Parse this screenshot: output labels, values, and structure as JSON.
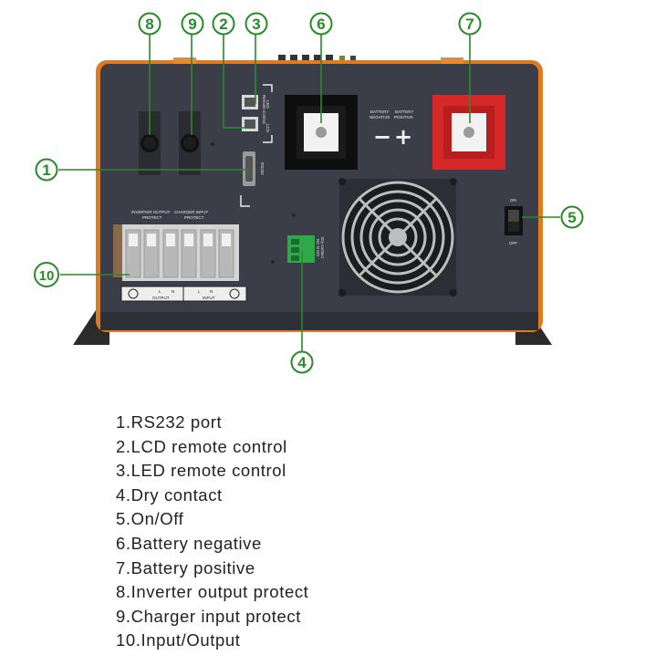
{
  "panel": {
    "remote_control_label": "Remote Control",
    "led_label": "LED",
    "lcd_label": "LCD",
    "rs232_label": "RS232",
    "inverter_output_protect_label": "INVERTER OUTPUT",
    "inverter_output_protect_sub": "PROTECT",
    "charger_input_protect_label": "CHARGER INPUT",
    "charger_input_protect_sub": "PROTECT",
    "battery_negative_label": "BATTERY",
    "battery_negative_sub": "NEGATIVE",
    "battery_positive_label": "BATTERY",
    "battery_positive_sub": "POSITIVE",
    "minus_sign": "−",
    "plus_sign": "+",
    "switch_on": "ON",
    "switch_off": "OFF",
    "dry_contact_label": "Dry contact",
    "dry_contact_sub": "NC  N  NO",
    "terminal_output": "OUTPUT",
    "terminal_input": "INPUT",
    "terminal_L1": "L",
    "terminal_N1": "N",
    "terminal_L2": "L",
    "terminal_N2": "N"
  },
  "callouts": [
    "1",
    "2",
    "3",
    "4",
    "5",
    "6",
    "7",
    "8",
    "9",
    "10"
  ],
  "legend": [
    "1.RS232 port",
    "2.LCD remote control",
    "3.LED remote control",
    "4.Dry contact",
    "5.On/Off",
    "6.Battery negative",
    "7.Battery positive",
    "8.Inverter output protect",
    "9.Charger input protect",
    "10.Input/Output"
  ],
  "colors": {
    "callout_green": "#2a8a2a",
    "panel_dark": "#3b3e48",
    "frame_orange": "#e07a1e",
    "positive_red": "#d62828"
  }
}
